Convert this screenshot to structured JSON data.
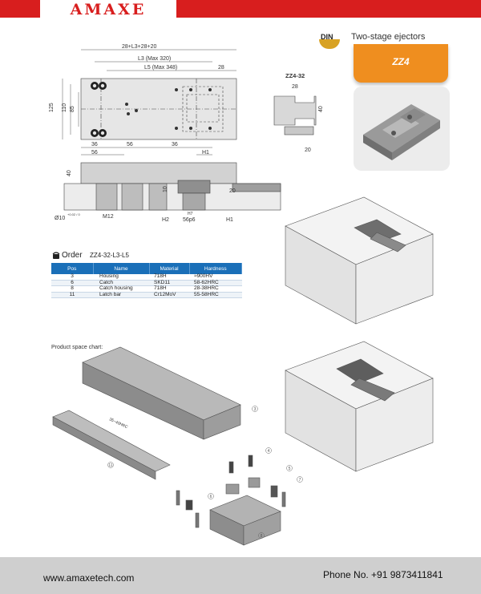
{
  "header": {
    "logo": "AMAXE",
    "brand_color": "#d81e1e"
  },
  "series": {
    "standard_badge": "DIN",
    "title": "Two-stage ejectors",
    "code": "ZZ4",
    "accent_color": "#ef8e1f"
  },
  "drawing": {
    "dims": {
      "overall": "28+L3+28+20",
      "l3": "L3 (Max 320)",
      "l5": "L5 (Max 348)",
      "d28": "28",
      "d125": "125",
      "d110": "110",
      "d85": "85",
      "d36a": "36",
      "d56a": "56",
      "d56b": "56",
      "d36b": "36",
      "h1": "H1",
      "d40": "40",
      "d10": "10",
      "d20": "20",
      "bore": "Ø10",
      "bore_tol": "+0.02 / 0",
      "thread": "M12",
      "h2": "H2",
      "h7": "H7",
      "d56p6": "56p6",
      "h1b": "H1"
    },
    "detail": {
      "title": "ZZ4-32",
      "d28": "28",
      "d40": "40",
      "d20": "20"
    }
  },
  "order": {
    "label": "Order",
    "code": "ZZ4-32-L3-L5",
    "columns": [
      "Pos",
      "Name",
      "Material",
      "Hardness"
    ],
    "rows": [
      [
        "3",
        "Housing",
        "718H",
        "≈900HV"
      ],
      [
        "6",
        "Catch",
        "SKD11",
        "58-62HRC"
      ],
      [
        "8",
        "Catch housing",
        "718H",
        "28-38HRC"
      ],
      [
        "11",
        "Latch bar",
        "Cr12MoV",
        "55-58HRC"
      ]
    ],
    "header_color": "#1a6fb8"
  },
  "space_chart": {
    "label": "Product space chart:",
    "callouts": {
      "c3": "3",
      "c11": "11",
      "c4": "4",
      "c5": "5",
      "c6": "6",
      "c7": "7",
      "c8": "8"
    },
    "bar_note": "35~40HRC"
  },
  "footer": {
    "website": "www.amaxetech.com",
    "phone": "Phone No. +91 9873411841"
  }
}
